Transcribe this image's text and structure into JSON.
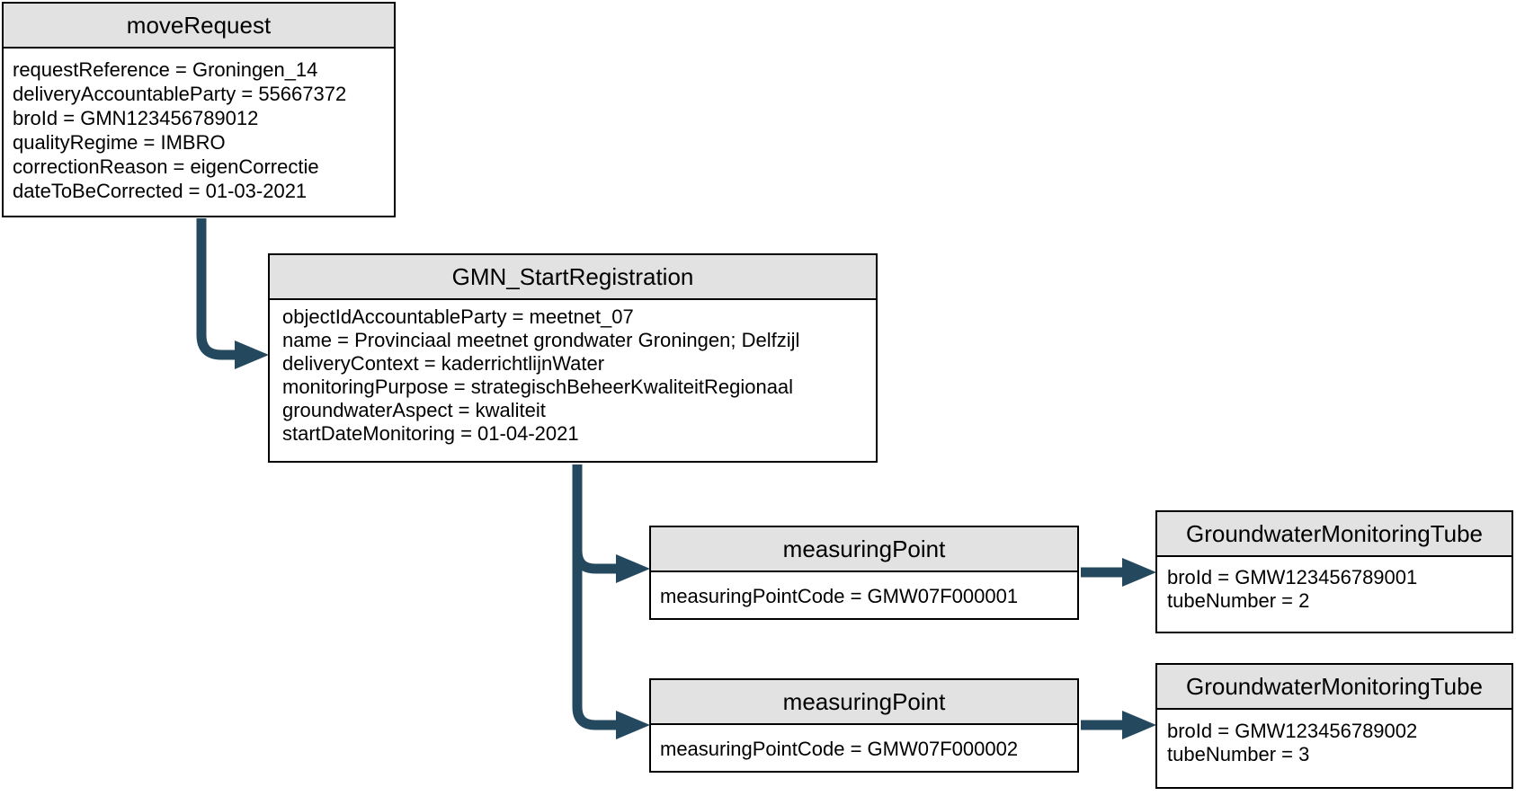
{
  "diagram": {
    "type": "uml-object-diagram",
    "connector_color": "#24485e",
    "header_fill": "#e2e2e2",
    "border_color": "#000000",
    "nodes": {
      "move_request": {
        "title": "moveRequest",
        "attributes": [
          "requestReference = Groningen_14",
          "deliveryAccountableParty = 55667372",
          "broId = GMN123456789012",
          "qualityRegime = IMBRO",
          "correctionReason = eigenCorrectie",
          "dateToBeCorrected = 01-03-2021"
        ]
      },
      "gmn_start_registration": {
        "title": "GMN_StartRegistration",
        "attributes": [
          "objectIdAccountableParty = meetnet_07",
          "name = Provinciaal meetnet grondwater Groningen; Delfzijl",
          "deliveryContext = kaderrichtlijnWater",
          "monitoringPurpose = strategischBeheerKwaliteitRegionaal",
          "groundwaterAspect = kwaliteit",
          "startDateMonitoring = 01-04-2021"
        ]
      },
      "measuring_point_1": {
        "title": "measuringPoint",
        "attributes": [
          "measuringPointCode = GMW07F000001"
        ]
      },
      "groundwater_monitoring_tube_1": {
        "title": "GroundwaterMonitoringTube",
        "attributes": [
          "broId = GMW123456789001",
          "tubeNumber = 2"
        ]
      },
      "measuring_point_2": {
        "title": "measuringPoint",
        "attributes": [
          "measuringPointCode = GMW07F000002"
        ]
      },
      "groundwater_monitoring_tube_2": {
        "title": "GroundwaterMonitoringTube",
        "attributes": [
          "broId = GMW123456789002",
          "tubeNumber = 3"
        ]
      }
    },
    "edges": [
      {
        "from": "moveRequest",
        "to": "GMN_StartRegistration"
      },
      {
        "from": "GMN_StartRegistration",
        "to": "measuringPoint (GMW07F000001)"
      },
      {
        "from": "GMN_StartRegistration",
        "to": "measuringPoint (GMW07F000002)"
      },
      {
        "from": "measuringPoint (GMW07F000001)",
        "to": "GroundwaterMonitoringTube (GMW123456789001)"
      },
      {
        "from": "measuringPoint (GMW07F000002)",
        "to": "GroundwaterMonitoringTube (GMW123456789002)"
      }
    ]
  }
}
